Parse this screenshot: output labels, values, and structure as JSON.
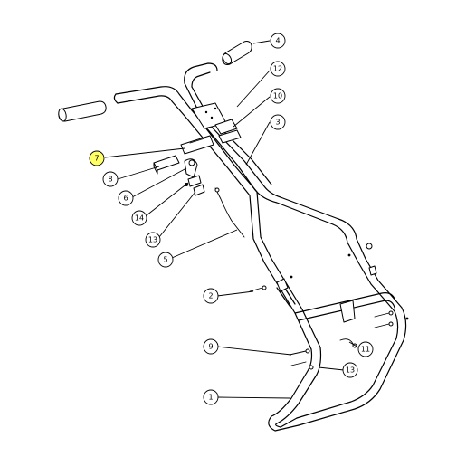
{
  "diagram": {
    "highlight_color": "#ffff66",
    "callouts": [
      {
        "id": "4",
        "label": "4",
        "highlighted": false
      },
      {
        "id": "12",
        "label": "12",
        "highlighted": false
      },
      {
        "id": "10",
        "label": "10",
        "highlighted": false
      },
      {
        "id": "3",
        "label": "3",
        "highlighted": false
      },
      {
        "id": "7",
        "label": "7",
        "highlighted": true
      },
      {
        "id": "8",
        "label": "8",
        "highlighted": false
      },
      {
        "id": "6",
        "label": "6",
        "highlighted": false
      },
      {
        "id": "14",
        "label": "14",
        "highlighted": false
      },
      {
        "id": "13a",
        "label": "13",
        "highlighted": false
      },
      {
        "id": "5",
        "label": "5",
        "highlighted": false
      },
      {
        "id": "2",
        "label": "2",
        "highlighted": false
      },
      {
        "id": "11",
        "label": "11",
        "highlighted": false
      },
      {
        "id": "9",
        "label": "9",
        "highlighted": false
      },
      {
        "id": "13b",
        "label": "13",
        "highlighted": false
      },
      {
        "id": "1",
        "label": "1",
        "highlighted": false
      }
    ]
  }
}
